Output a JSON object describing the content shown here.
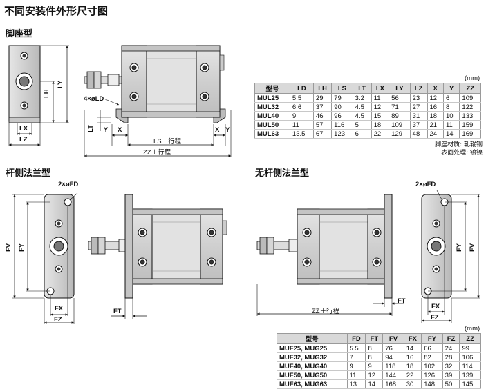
{
  "title": "不同安装件外形尺寸图",
  "sections": {
    "foot": "脚座型",
    "rod_flange": "杆侧法兰型",
    "head_flange": "无杆侧法兰型"
  },
  "foot_labels": {
    "lx": "LX",
    "lz": "LZ",
    "lh": "LH",
    "ly": "LY",
    "ld": "4×øLD",
    "lt": "LT",
    "y": "Y",
    "x": "X",
    "ls": "LS＋行程",
    "x2": "X",
    "y2": "Y",
    "zz": "ZZ＋行程"
  },
  "rod_flange_labels": {
    "fd": "2×øFD",
    "fv": "FV",
    "fy": "FY",
    "fx": "FX",
    "fz": "FZ",
    "ft": "FT"
  },
  "head_flange_labels": {
    "zz": "ZZ＋行程",
    "ft": "FT",
    "fd": "2×øFD",
    "fv": "FV",
    "fy": "FY",
    "fx": "FX",
    "fz": "FZ"
  },
  "table1": {
    "unit": "(mm)",
    "headers": [
      "型号",
      "LD",
      "LH",
      "LS",
      "LT",
      "LX",
      "LY",
      "LZ",
      "X",
      "Y",
      "ZZ"
    ],
    "rows": [
      [
        "MUL25",
        "5.5",
        "29",
        "79",
        "3.2",
        "11",
        "56",
        "23",
        "12",
        "6",
        "109"
      ],
      [
        "MUL32",
        "6.6",
        "37",
        "90",
        "4.5",
        "12",
        "71",
        "27",
        "16",
        "8",
        "122"
      ],
      [
        "MUL40",
        "9",
        "46",
        "96",
        "4.5",
        "15",
        "89",
        "31",
        "18",
        "10",
        "133"
      ],
      [
        "MUL50",
        "11",
        "57",
        "116",
        "5",
        "18",
        "109",
        "37",
        "21",
        "11",
        "159"
      ],
      [
        "MUL63",
        "13.5",
        "67",
        "123",
        "6",
        "22",
        "129",
        "48",
        "24",
        "14",
        "169"
      ]
    ],
    "note1": "脚座材质: 轧辊钢",
    "note2": "表面处理: 镀镍"
  },
  "table2": {
    "unit": "(mm)",
    "headers": [
      "型号",
      "FD",
      "FT",
      "FV",
      "FX",
      "FY",
      "FZ",
      "ZZ"
    ],
    "rows": [
      [
        "MUF25, MUG25",
        "5.5",
        "8",
        "76",
        "14",
        "66",
        "24",
        "99"
      ],
      [
        "MUF32, MUG32",
        "7",
        "8",
        "94",
        "16",
        "82",
        "28",
        "106"
      ],
      [
        "MUF40, MUG40",
        "9",
        "9",
        "118",
        "18",
        "102",
        "32",
        "114"
      ],
      [
        "MUF50, MUG50",
        "11",
        "12",
        "144",
        "22",
        "126",
        "39",
        "139"
      ],
      [
        "MUF63, MUG63",
        "13",
        "14",
        "168",
        "30",
        "148",
        "50",
        "145"
      ]
    ]
  }
}
